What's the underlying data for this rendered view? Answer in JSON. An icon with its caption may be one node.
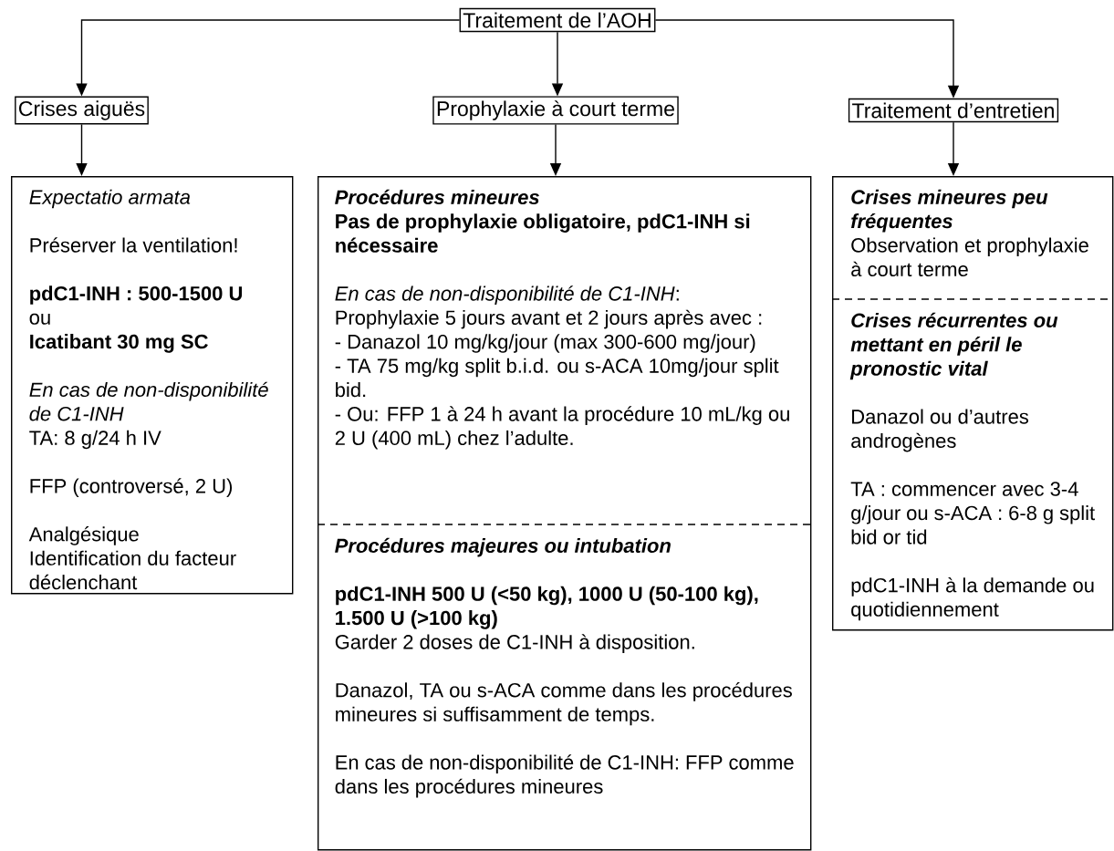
{
  "diagram": {
    "nodes": [
      {
        "text": [
          "Traitement de l’AOH"
        ]
      },
      {
        "text": [
          "Crises aiguës"
        ]
      },
      {
        "text": [
          "Prophylaxie à court terme"
        ]
      },
      {
        "text": [
          "Traitement d’entretien"
        ]
      },
      {
        "text": [
          "Expectatio armata",
          "Préserver la ventilation!",
          "pdC1-INH : 500-1500 U",
          "ou",
          "Icatibant 30 mg SC",
          "En cas de non-disponibilité de C1-INH",
          "TA: 8 g/24 h IV",
          "FFP (controversé, 2 U)",
          "Analgésique",
          "Identification du facteur déclenchant"
        ]
      },
      {
        "text": [],
        "shape": "box"
      },
      {
        "text": [
          "Procédures mineures",
          "Pas de prophylaxie obligatoire, pdC1-INH si nécessaire",
          "*En cas de non-disponibilité de C1-INH*:",
          "Prophylaxie 5 jours avant et 2 jours après avec :",
          "- Danazol 10 mg/kg/jour (max 300-600 mg/jour)",
          "- TA 75 mg/kg split b.i.d. ou s-ACA 10mg/jour split bid.",
          "- Ou: FFP 1 à 24 h avant la procédure 10 mL/kg ou 2 U (400 mL) chez l’adulte."
        ],
        "in": 5
      },
      {
        "text": [
          "Procédures majeures ou intubation",
          "pdC1-INH 500 U (<50 kg), 1000 U (50-100 kg), 1.500 U (>100 kg)",
          "Garder 2 doses de C1-INH à disposition.",
          "Danazol, TA ou s-ACA comme dans les procédures mineures si suffisamment de temps.",
          "En cas de non-disponibilité de C1-INH: FFP comme dans les procédures mineures"
        ],
        "in": 5
      },
      {
        "text": [],
        "shape": "box"
      },
      {
        "text": [
          "Crises mineures peu fréquentes",
          "Observation et prophylaxie à court terme"
        ],
        "in": 8
      },
      {
        "text": [
          "Crises récurrentes ou mettant en péril le pronostic vital",
          "Danazol ou d’autres androgènes",
          "TA : commencer avec 3-4 g/jour ou s-ACA : 6-8 g split bid or tid",
          "pdC1-INH à la demande ou quotidiennement"
        ],
        "in": 8
      }
    ],
    "edges": [
      {
        "from": 0,
        "to": 1,
        "arrow": "to"
      },
      {
        "from": 0,
        "to": 2,
        "arrow": "to"
      },
      {
        "from": 0,
        "to": 3,
        "arrow": "to"
      },
      {
        "from": 1,
        "to": 4,
        "arrow": "to"
      },
      {
        "from": 2,
        "to": 5,
        "arrow": "to"
      },
      {
        "from": 3,
        "to": 8,
        "arrow": "to"
      }
    ]
  }
}
